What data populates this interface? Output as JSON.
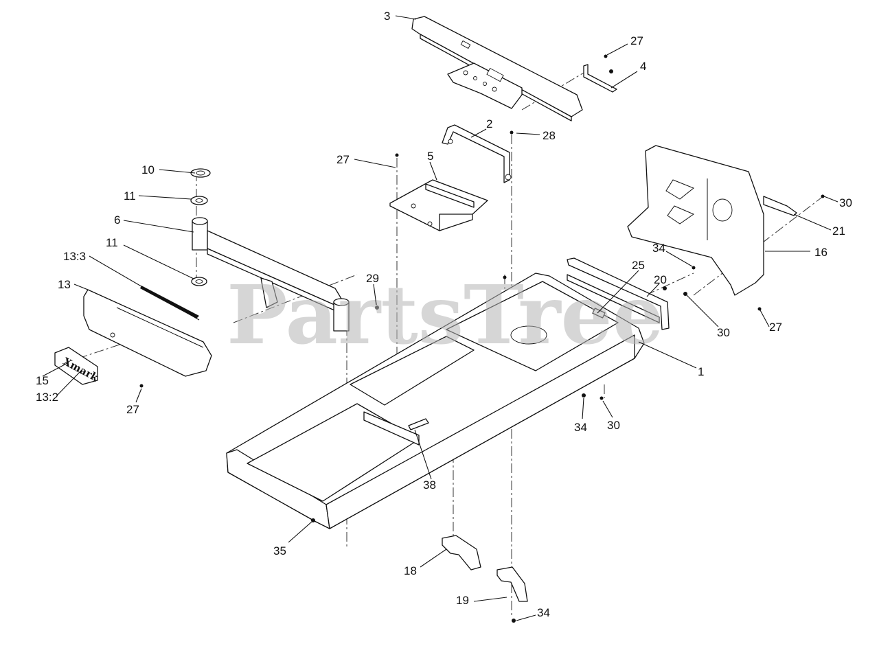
{
  "watermark": {
    "text": "PartsTree",
    "color": "#b4b4b4"
  },
  "logo": {
    "text": "Xmark"
  },
  "callouts": {
    "c3": "3",
    "c27a": "27",
    "c4": "4",
    "c2": "2",
    "c28": "28",
    "c27b": "27",
    "c5": "5",
    "c10": "10",
    "c11a": "11",
    "c6": "6",
    "c11b": "11",
    "c13_3": "13:3",
    "c13": "13",
    "c29": "29",
    "c15": "15",
    "c13_2": "13:2",
    "c27c": "27",
    "c30a": "30",
    "c21": "21",
    "c34a": "34",
    "c16": "16",
    "c25": "25",
    "c20": "20",
    "c30b": "30",
    "c27d": "27",
    "c1": "1",
    "c34b": "34",
    "c30c": "30",
    "c38": "38",
    "c35": "35",
    "c18": "18",
    "c19": "19",
    "c34c": "34"
  }
}
